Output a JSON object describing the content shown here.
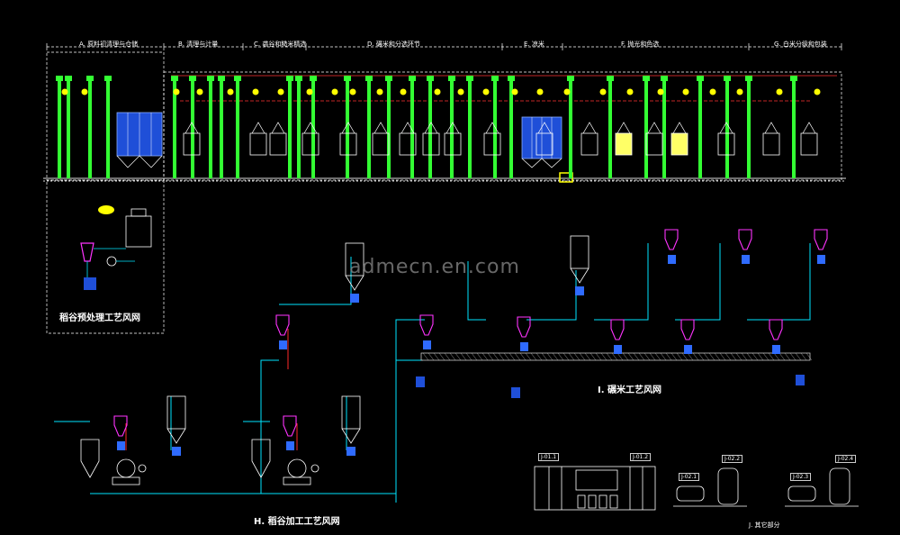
{
  "sections": [
    {
      "label": "A. 原料初清理与仓储"
    },
    {
      "label": "B. 清理与计量"
    },
    {
      "label": "C. 砻谷和糙米精选"
    },
    {
      "label": "D. 碾米和分选环节"
    },
    {
      "label": "E. 凉米"
    },
    {
      "label": "F. 抛光和色选"
    },
    {
      "label": "G. 白米分级和包装"
    }
  ],
  "captions": {
    "preclean_network": "稻谷预处理工艺风网",
    "milling_network": "I. 碾米工艺风网",
    "husking_network": "H. 稻谷加工工艺风网",
    "other_parts": "J. 其它部分"
  },
  "watermark": "admecn.en.com",
  "tags": {
    "t1": "J-01.1",
    "t2": "J-01.2",
    "t3": "J-02.1",
    "t4": "J-02.2",
    "t5": "J-02.3",
    "t6": "J-02.4"
  },
  "colors": {
    "elevator": "#33ff33",
    "duct": "#00e5ff",
    "cyclone": "#ff33ff",
    "node": "#ffff00",
    "pipe_red": "#ff2a2a",
    "hopper": "#2f6bff",
    "conveyor": "#c8c8c8"
  }
}
